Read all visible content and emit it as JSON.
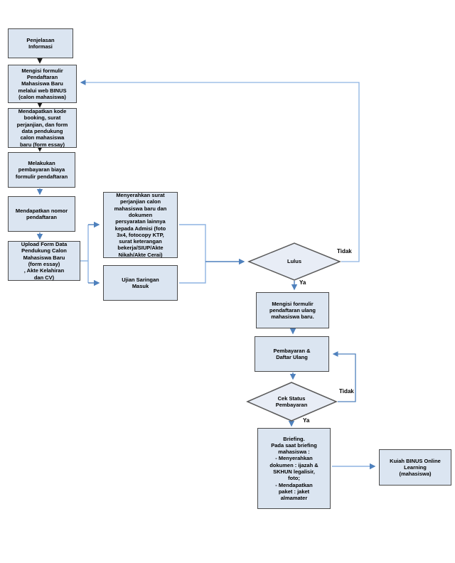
{
  "colors": {
    "node_fill": "#dbe5f1",
    "node_border": "#4a4a4a",
    "diamond_fill": "#e8edf6",
    "arrow_black": "#1a1a1a",
    "arrow_blue": "#4f81bd",
    "line_light_blue": "#8db3e2"
  },
  "nodes": {
    "penjelasan": {
      "label": "Penjelasan\nInformasi"
    },
    "mengisi_formulir_web": {
      "label": "Mengisi formulir\nPendaftaran\nMahasiswa Baru\nmelalui web BINUS\n(calon mahasiswa)"
    },
    "mendapatkan_kode": {
      "label": "Mendapatkan kode\nbooking, surat\nperjanjian, dan form\ndata pendukung\ncalon mahasiswa\nbaru (form essay)"
    },
    "melakukan_pembayaran": {
      "label": "Melakukan\npembayaran biaya\nformulir pendaftaran"
    },
    "mendapatkan_nomor": {
      "label": "Mendapatkan nomor\npendaftaran"
    },
    "upload_form_data": {
      "label": "Upload Form Data\nPendukung Calon\nMahasiswa Baru\n(form essay)\n, Akte Kelahiran\ndan CV)"
    },
    "menyerahkan_surat": {
      "label": "Menyerahkan surat\nperjanjian calon\nmahasiswa baru dan\ndokumen\npersyaratan lainnya\nkepada Admisi (foto\n3x4, fotocopy KTP,\nsurat keterangan\nbekerja/SIUP/Akte\nNikah/Akte Cerai)"
    },
    "ujian_saringan": {
      "label": "Ujian Saringan\nMasuk"
    },
    "lulus_decision": {
      "label": "Lulus"
    },
    "mengisi_formulir_ulang": {
      "label": "Mengisi formulir\npendaftaran ulang\nmahasiswa baru."
    },
    "pembayaran_daftar_ulang": {
      "label": "Pembayaran &\nDaftar Ulang"
    },
    "cek_status_decision": {
      "label": "Cek Status\nPembayaran"
    },
    "briefing": {
      "label": "Briefing.\nPada saat briefing\nmahasiswa :\n- Menyerahkan\ndokumen : ijazah &\nSKHUN legalisir,\nfoto;\n- Mendapatkan\npaket : jaket\nalmamater"
    },
    "kuliah_online": {
      "label": "Kuiah BINUS Online\nLearning\n(mahasiswa)"
    }
  },
  "edge_labels": {
    "lulus_tidak": "Tidak",
    "lulus_ya": "Ya",
    "cek_tidak": "Tidak",
    "cek_ya": "Ya"
  }
}
